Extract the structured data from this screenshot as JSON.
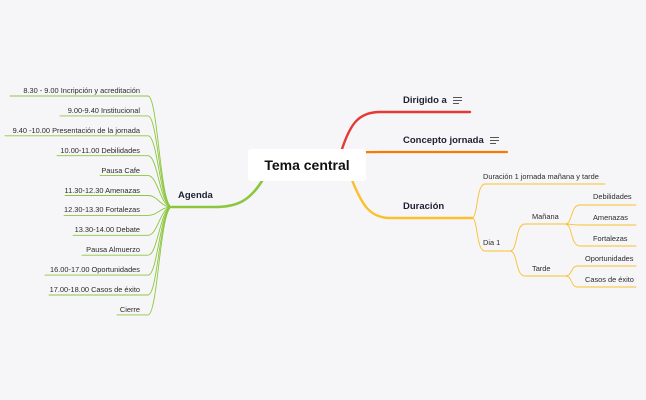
{
  "central_topic": "Tema central",
  "colors": {
    "agenda": "#8cc63f",
    "dirigido": "#e53935",
    "concepto": "#f57c00",
    "duracion": "#fbc02d",
    "background": "#f6f6f8"
  },
  "agenda": {
    "label": "Agenda",
    "items": [
      "8.30 - 9.00 Incripción y acreditación",
      "9.00-9.40 Institucional",
      "9.40 -10.00 Presentación de la jornada",
      "10.00-11.00 Debilidades",
      "Pausa Cafe",
      "11.30-12.30 Amenazas",
      "12.30-13.30 Fortalezas",
      "13.30-14.00 Debate",
      "Pausa Almuerzo",
      "16.00-17.00 Oportunidades",
      "17.00-18.00 Casos de éxito",
      "Cierre"
    ]
  },
  "dirigido": {
    "label": "Dirigido a",
    "icon": "note-icon"
  },
  "concepto": {
    "label": "Concepto jornada",
    "icon": "note-icon"
  },
  "duracion": {
    "label": "Duración",
    "summary": "Duración 1 jornada mañana y tarde",
    "dia": "Dia 1",
    "manana": {
      "label": "Mañana",
      "items": [
        "Debilidades",
        "Amenazas",
        "Fortalezas"
      ]
    },
    "tarde": {
      "label": "Tarde",
      "items": [
        "Oportunidades",
        "Casos de éxito"
      ]
    }
  }
}
